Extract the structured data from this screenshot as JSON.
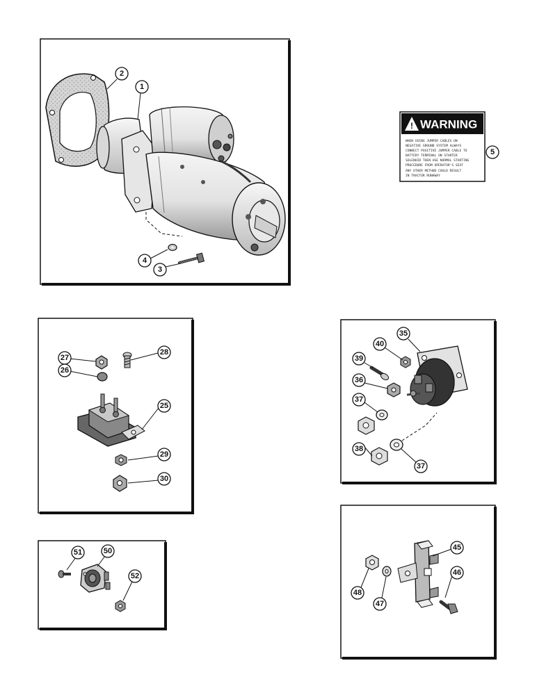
{
  "panels": {
    "starter": {
      "callouts": {
        "c1": "1",
        "c2": "2",
        "c3": "3",
        "c4": "4"
      }
    },
    "warning_decal": {
      "header": "WARNING",
      "lines": [
        "WHEN USING JUMPER CABLES ON",
        "NEGATIVE GROUND SYSTEM ALWAYS",
        "CONNECT POSITIVE JUMPER CABLE TO",
        "BATTERY TERMINAL ON STARTER",
        "SOLENOID THEN USE NORMAL STARTING",
        "PROCEDURE FROM OPERATOR'S SEAT",
        "ANY OTHER METHOD COULD RESULT",
        "IN TRACTOR RUNAWAY"
      ],
      "callout": "5"
    },
    "circuit_breaker": {
      "callouts": {
        "c25": "25",
        "c26": "26",
        "c27": "27",
        "c28": "28",
        "c29": "29",
        "c30": "30"
      }
    },
    "solenoid": {
      "callouts": {
        "c35": "35",
        "c36": "36",
        "c37a": "37",
        "c37b": "37",
        "c38": "38",
        "c39": "39",
        "c40": "40"
      }
    },
    "switch": {
      "callouts": {
        "c50": "50",
        "c51": "51",
        "c52": "52"
      }
    },
    "resistor": {
      "callouts": {
        "c45": "45",
        "c46": "46",
        "c47": "47",
        "c48": "48"
      }
    }
  }
}
